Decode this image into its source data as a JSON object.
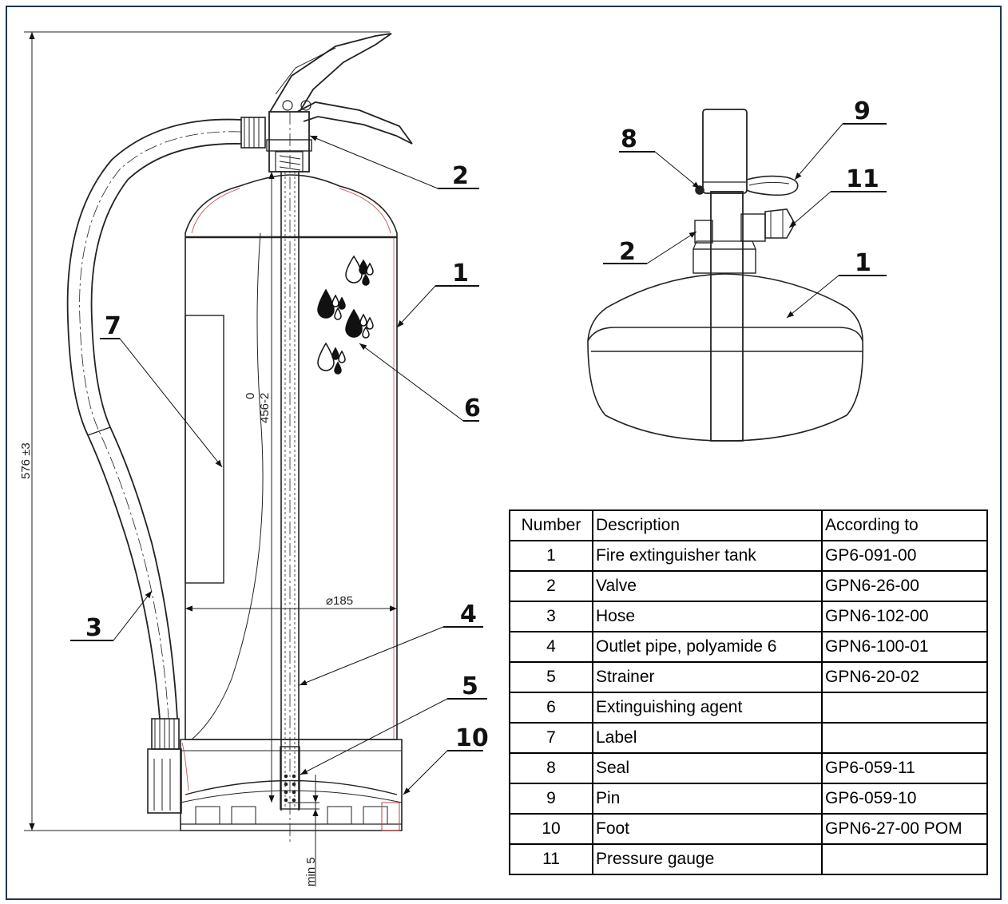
{
  "callouts": {
    "c1a": "1",
    "c2a": "2",
    "c3": "3",
    "c4": "4",
    "c5": "5",
    "c6": "6",
    "c7": "7",
    "c10": "10",
    "c8": "8",
    "c9": "9",
    "c11": "11",
    "c2b": "2",
    "c1b": "1"
  },
  "dimensions": {
    "height": "576 ±3",
    "pipe_range_top": "0",
    "pipe_range_bottom": "456-2",
    "diameter": "⌀185",
    "min_clearance": "min 5"
  },
  "table": {
    "headers": [
      "Number",
      "Description",
      "According to"
    ],
    "rows": [
      {
        "number": "1",
        "description": "Fire extinguisher tank",
        "according_to": "GP6-091-00"
      },
      {
        "number": "2",
        "description": "Valve",
        "according_to": "GPN6-26-00"
      },
      {
        "number": "3",
        "description": "Hose",
        "according_to": "GPN6-102-00"
      },
      {
        "number": "4",
        "description": "Outlet pipe, polyamide 6",
        "according_to": "GPN6-100-01"
      },
      {
        "number": "5",
        "description": "Strainer",
        "according_to": "GPN6-20-02"
      },
      {
        "number": "6",
        "description": "Extinguishing agent",
        "according_to": ""
      },
      {
        "number": "7",
        "description": "Label",
        "according_to": ""
      },
      {
        "number": "8",
        "description": "Seal",
        "according_to": "GP6-059-11"
      },
      {
        "number": "9",
        "description": "Pin",
        "according_to": "GP6-059-10"
      },
      {
        "number": "10",
        "description": "Foot",
        "according_to": "GPN6-27-00 POM"
      },
      {
        "number": "11",
        "description": "Pressure gauge",
        "according_to": ""
      }
    ]
  }
}
